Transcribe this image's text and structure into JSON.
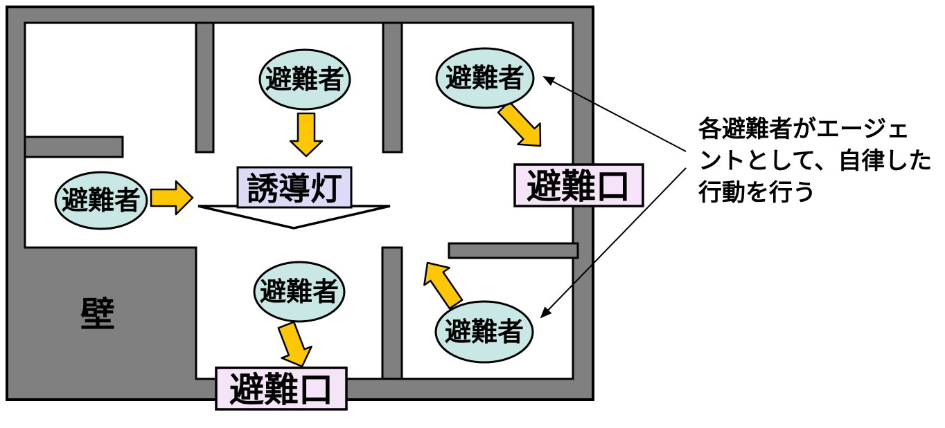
{
  "colors": {
    "background": "#FFFFFF",
    "floor": "#FFFFFF",
    "wall": "#808080",
    "outline": "#000000",
    "evacuee": "#C9E7E4",
    "arrow": "#FDC705",
    "guide": "#DBDBF8",
    "exit": "#F5E3F7"
  },
  "floor_plan": {
    "wall_label": "壁",
    "evacuees": {
      "label": "避難者"
    },
    "guide_light": {
      "label": "誘導灯"
    },
    "exits": {
      "right_label": "避難口",
      "bottom_label": "避難口"
    }
  },
  "annotation": {
    "line1": "各避難者がエージェ",
    "line2": "ントとして、自律した",
    "line3": "行動を行う"
  }
}
